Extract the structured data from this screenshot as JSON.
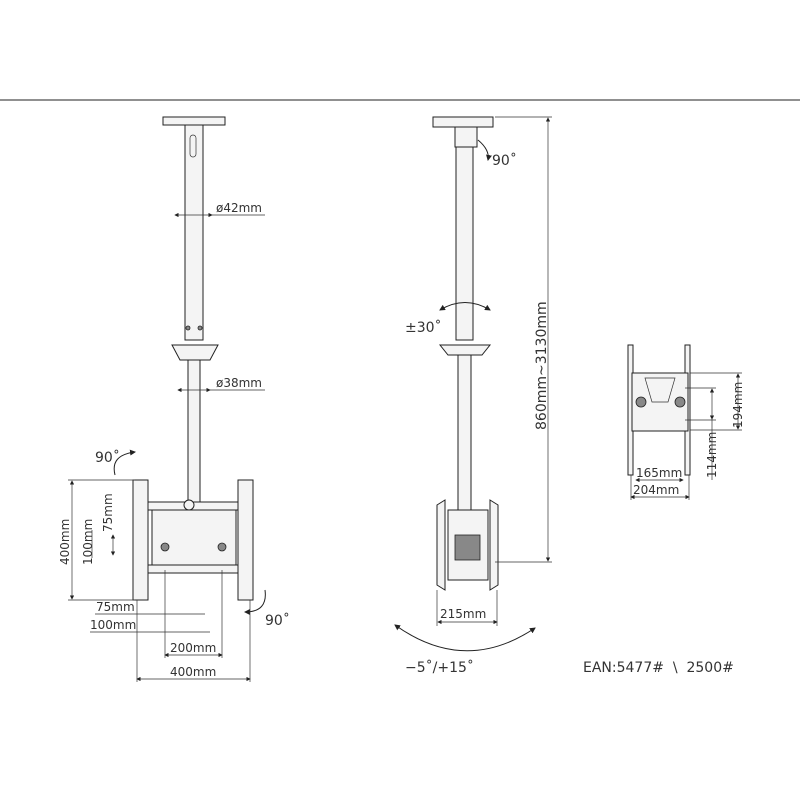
{
  "front_view": {
    "pole_upper_diameter": "ø42mm",
    "pole_lower_diameter": "ø38mm",
    "rotation_top": "90˚",
    "rotation_bottom": "90˚",
    "vertical_400": "400mm",
    "vertical_75": "75mm",
    "vertical_100": "100mm",
    "horizontal_75": "75mm",
    "horizontal_100": "100mm",
    "horizontal_200": "200mm",
    "horizontal_400": "400mm"
  },
  "side_view": {
    "rotation_top": "90˚",
    "swivel": "±30˚",
    "height_range": "860mm~3130mm",
    "width": "215mm",
    "tilt": "−5˚/+15˚"
  },
  "detail_view": {
    "height_194": "194mm",
    "height_114": "114mm",
    "width_165": "165mm",
    "width_204": "204mm"
  },
  "ean": "EAN:5477#  \\  2500#"
}
